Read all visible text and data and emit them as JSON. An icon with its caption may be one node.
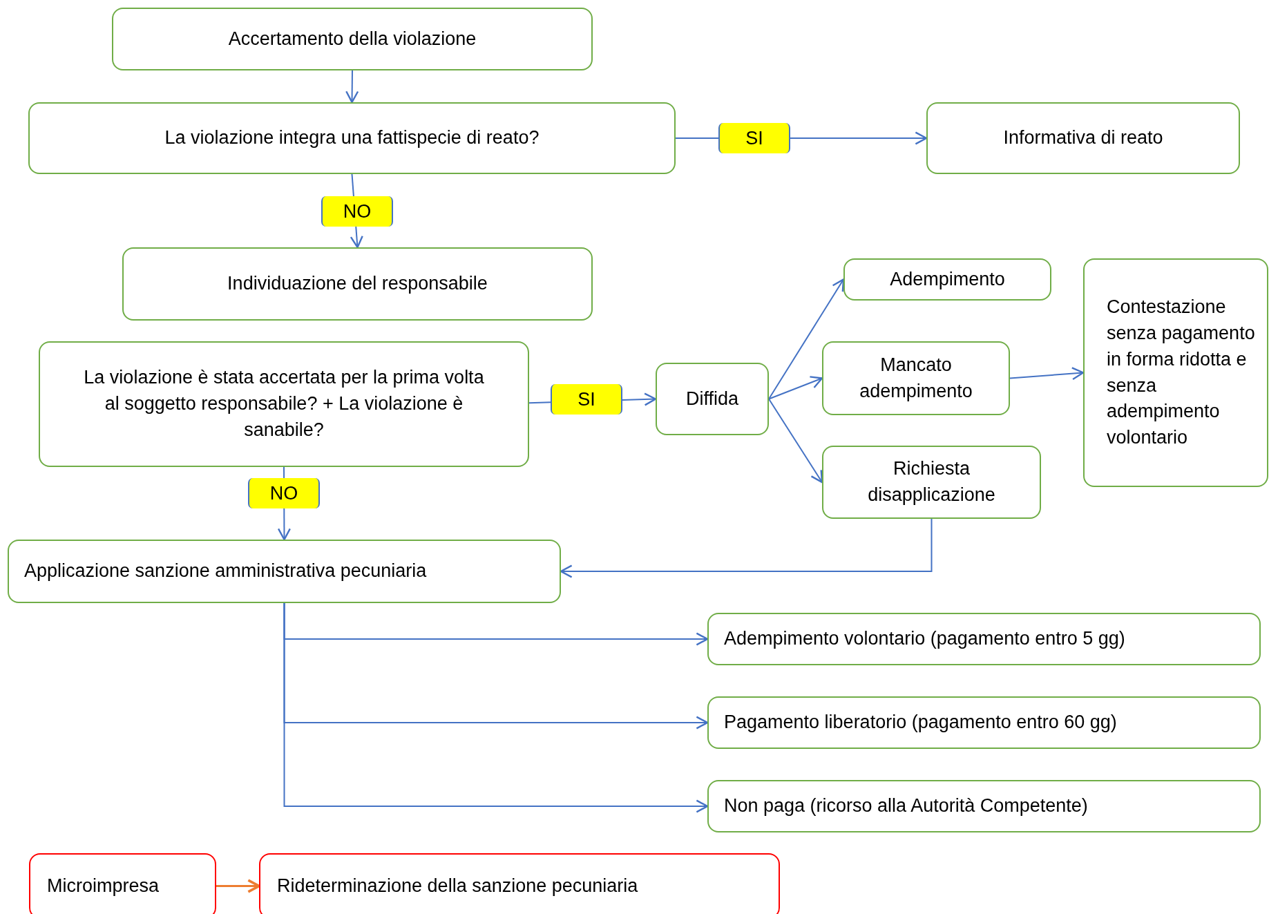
{
  "diagram": {
    "nodes": [
      {
        "text": [
          "Accertamento della violazione"
        ]
      },
      {
        "text": [
          "La violazione integra una fattispecie di reato?"
        ]
      },
      {
        "text": [
          "Informativa di reato"
        ]
      },
      {
        "text": [
          "Individuazione del responsabile"
        ]
      },
      {
        "text": [
          "La violazione è stata accertata per la prima volta al soggetto responsabile? + La violazione è sanabile?"
        ]
      },
      {
        "text": [
          "Diffida"
        ]
      },
      {
        "text": [
          "Adempimento"
        ]
      },
      {
        "text": [
          "Mancato adempimento"
        ]
      },
      {
        "text": [
          "Richiesta disapplicazione"
        ]
      },
      {
        "text": [
          "Contestazione senza pagamento in forma ridotta e senza adempimento volontario"
        ]
      },
      {
        "text": [
          "Applicazione sanzione amministrativa pecuniaria"
        ]
      },
      {
        "text": [
          "Adempimento volontario (pagamento entro 5 gg)"
        ]
      },
      {
        "text": [
          "Pagamento liberatorio (pagamento entro 60 gg)"
        ]
      },
      {
        "text": [
          "Non paga (ricorso alla Autorità Competente)"
        ]
      },
      {
        "text": [
          "Microimpresa"
        ]
      },
      {
        "text": [
          "Rideterminazione della sanzione pecuniaria"
        ]
      }
    ],
    "edges": [
      {
        "from": 0,
        "to": 1,
        "arrow": "to"
      },
      {
        "from": 1,
        "to": 2,
        "arrow": "to",
        "label": "SI"
      },
      {
        "from": 1,
        "to": 3,
        "arrow": "to",
        "label": "NO"
      },
      {
        "from": 4,
        "to": 5,
        "arrow": "to",
        "label": "SI"
      },
      {
        "from": 4,
        "to": 10,
        "arrow": "to",
        "label": "NO"
      },
      {
        "from": 5,
        "to": 6,
        "arrow": "to"
      },
      {
        "from": 5,
        "to": 7,
        "arrow": "to"
      },
      {
        "from": 5,
        "to": 8,
        "arrow": "to"
      },
      {
        "from": 7,
        "to": 9,
        "arrow": "to"
      },
      {
        "from": 8,
        "to": 10,
        "arrow": "to"
      },
      {
        "from": 10,
        "to": 11,
        "arrow": "to"
      },
      {
        "from": 10,
        "to": 12,
        "arrow": "to"
      },
      {
        "from": 10,
        "to": 13,
        "arrow": "to"
      },
      {
        "from": 14,
        "to": 15,
        "arrow": "to",
        "color": "#ed7d31"
      }
    ]
  }
}
